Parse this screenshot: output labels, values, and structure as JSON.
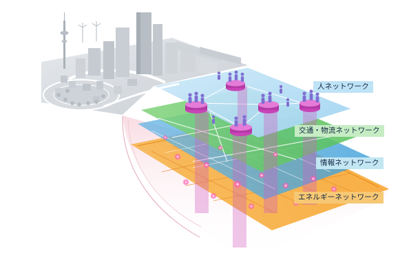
{
  "layers": [
    {
      "id": "people",
      "label": "人ネットワーク",
      "color": "#bfe3f6"
    },
    {
      "id": "traffic",
      "label": "交通・物流ネットワーク",
      "color": "#c6ecc4"
    },
    {
      "id": "info",
      "label": "情報ネットワーク",
      "color": "#c3e6f3"
    },
    {
      "id": "energy",
      "label": "エネルギーネットワーク",
      "color": "#f7c874"
    }
  ],
  "icons": [
    "city-skyline-illustration",
    "tv-tower-icon",
    "person-icon",
    "hub-node-icon"
  ]
}
